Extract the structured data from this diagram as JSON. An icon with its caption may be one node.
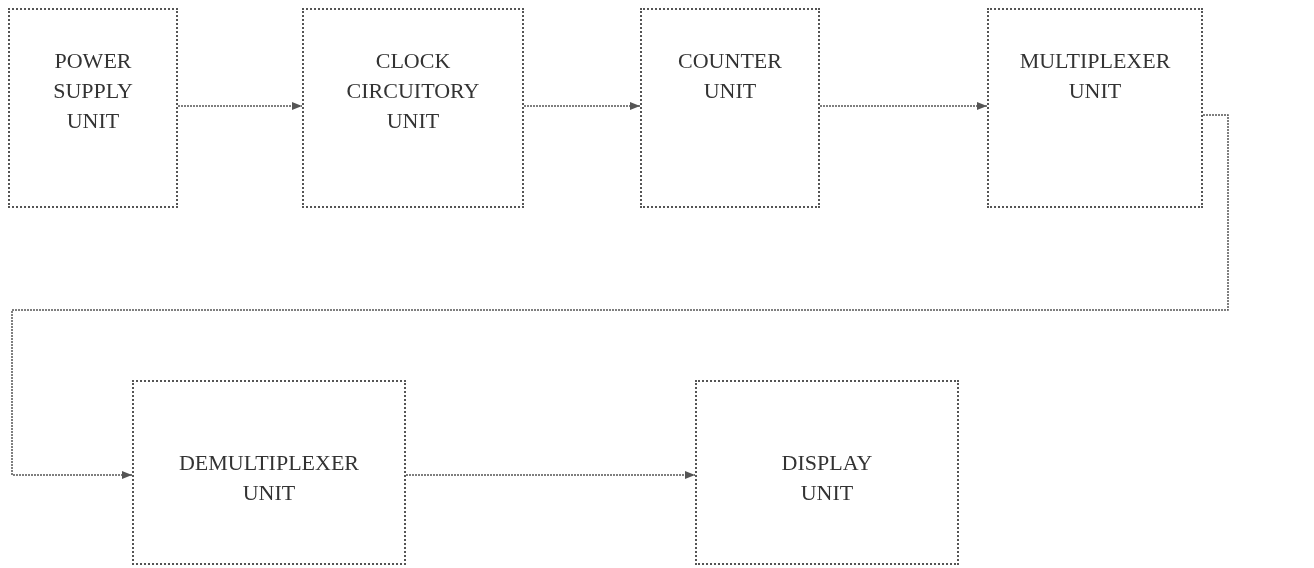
{
  "diagram": {
    "nodes": [
      {
        "text": [
          "POWER SUPPLY UNIT"
        ]
      },
      {
        "text": [
          "CLOCK CIRCUITORY UNIT"
        ]
      },
      {
        "text": [
          "COUNTER UNIT"
        ]
      },
      {
        "text": [
          "MULTIPLEXER UNIT"
        ]
      },
      {
        "text": [
          "DEMULTIPLEXER UNIT"
        ]
      },
      {
        "text": [
          "DISPLAY UNIT"
        ]
      }
    ],
    "edges": [
      {
        "from": 0,
        "to": 1,
        "arrow": "to"
      },
      {
        "from": 1,
        "to": 2,
        "arrow": "to"
      },
      {
        "from": 2,
        "to": 3,
        "arrow": "to"
      },
      {
        "from": 3,
        "to": 4,
        "arrow": "to"
      },
      {
        "from": 4,
        "to": 5,
        "arrow": "to"
      }
    ]
  }
}
